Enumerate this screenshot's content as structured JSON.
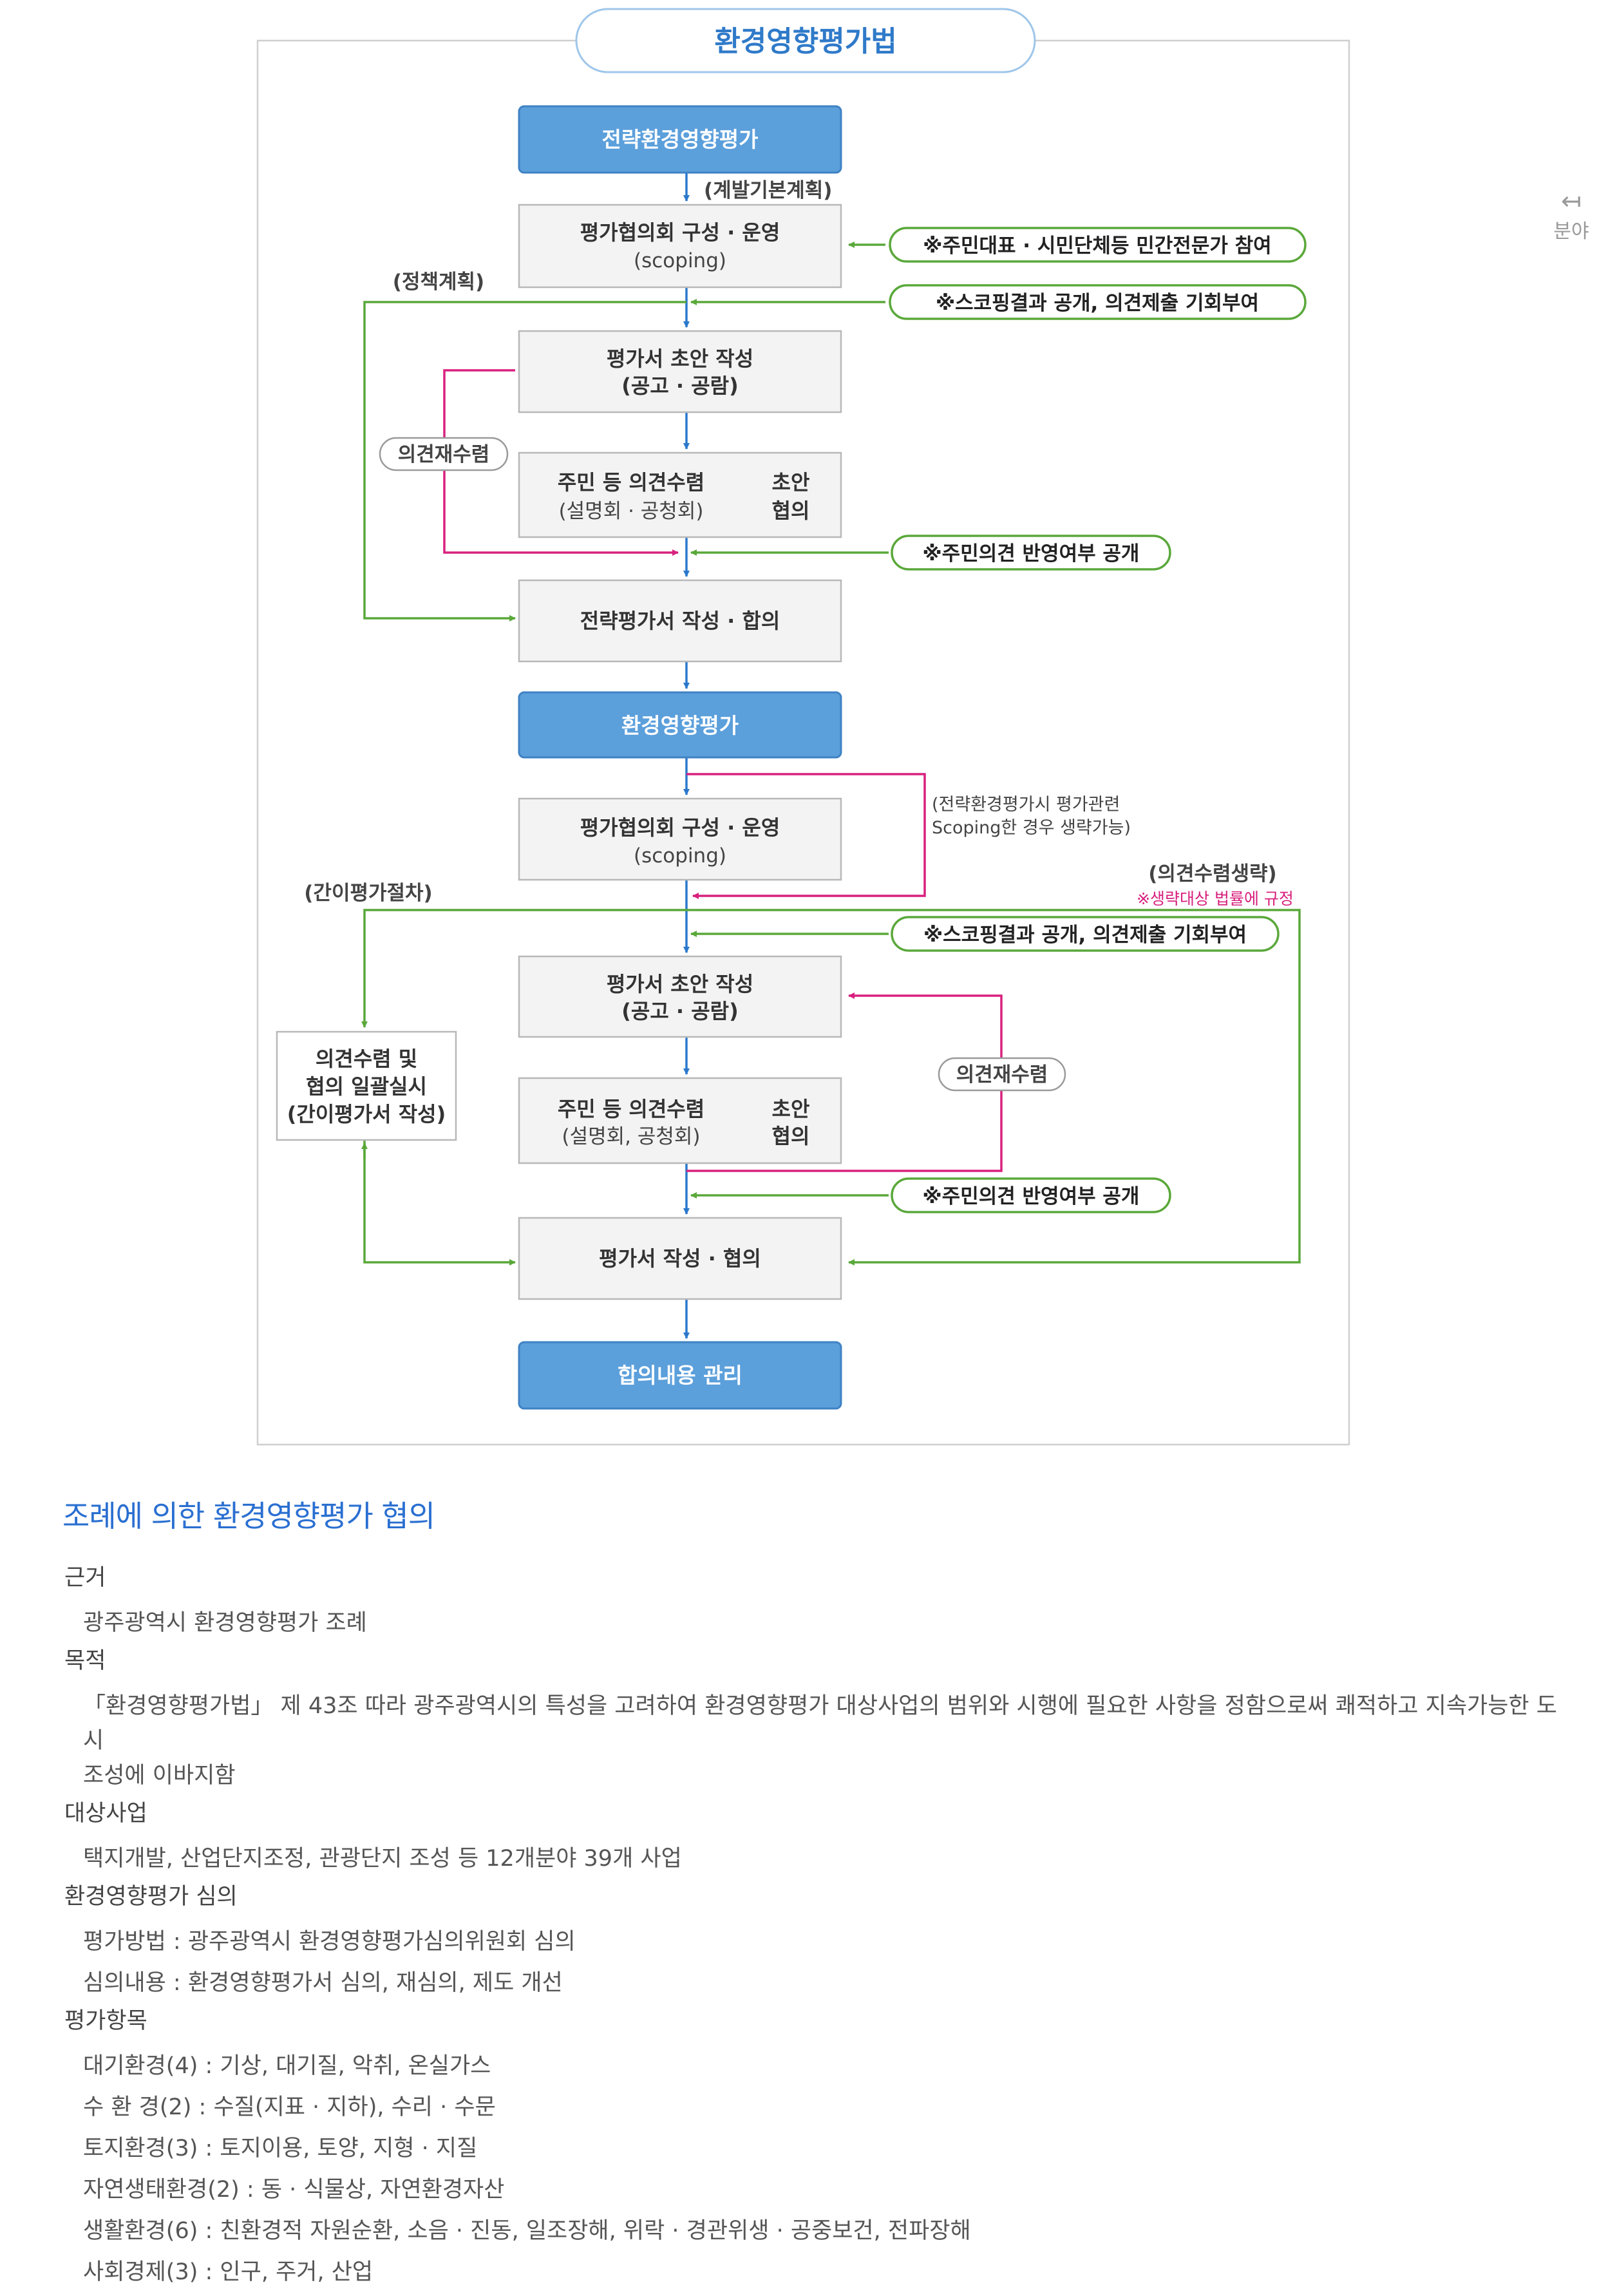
{
  "diagram": {
    "title": "환경영향평가법",
    "side_labels": {
      "policy_plan": "(정책계획)",
      "dev_plan": "(계발기본계획)",
      "reopinion_1": "의견재수렴",
      "simple_proc": "(간이평가절차)",
      "omit": "(의견수렴생략)",
      "omit_note": "※생략대상 법률에 규정",
      "scoping_note_1": "(전략환경평가시 평가관련",
      "scoping_note_2": "Scoping한 경우 생략가능)",
      "reopinion_2": "의견재수렴"
    },
    "boxes": {
      "strategic": "전략환경영향평가",
      "council_1a": "평가협의회 구성 · 운영",
      "council_1b": "(scoping)",
      "draft_1a": "평가서 초안 작성",
      "draft_1b": "(공고 · 공람)",
      "resident_1a": "주민 등 의견수렴",
      "resident_1b": "(설명회 · 공청회)",
      "initial_1a": "초안",
      "initial_1b": "협의",
      "strategic_report": "전략평가서 작성 · 합의",
      "eia": "환경영향평가",
      "council_2a": "평가협의회 구성 · 운영",
      "council_2b": "(scoping)",
      "draft_2a": "평가서 초안 작성",
      "draft_2b": "(공고 · 공람)",
      "resident_2a": "주민 등 의견수렴",
      "resident_2b": "(설명회, 공청회)",
      "initial_2a": "초안",
      "initial_2b": "협의",
      "simple_a": "의견수렴 및",
      "simple_b": "협의 일괄실시",
      "simple_c": "(간이평가서 작성)",
      "final": "평가서 작성 · 협의",
      "manage": "합의내용 관리"
    },
    "notes": {
      "n1": "※주민대표 · 시민단체등 민간전문가 참여",
      "n2": "※스코핑결과 공개, 의견제출 기회부여",
      "n3": "※주민의견 반영여부 공개",
      "n4": "※스코핑결과 공개, 의견제출 기회부여",
      "n5": "※주민의견 반영여부 공개"
    }
  },
  "side_hint": {
    "arrow": "↤",
    "label": "분야"
  },
  "section": {
    "title": "조례에 의한 환경영향평가 협의",
    "basis_label": "근거",
    "basis": "광주광역시 환경영향평가 조례",
    "purpose_label": "목적",
    "purpose_1": "「환경영향평가법」 제 43조 따라 광주광역시의 특성을 고려하여 환경영향평가 대상사업의 범위와 시행에 필요한 사항을 정함으로써 쾌적하고 지속가능한 도시",
    "purpose_2": "조성에 이바지함",
    "target_label": "대상사업",
    "target": "택지개발, 산업단지조정, 관광단지 조성 등 12개분야 39개 사업",
    "review_label": "환경영향평가 심의",
    "review_method": "평가방법 : 광주광역시 환경영향평가심의위원회 심의",
    "review_content": "심의내용 : 환경영향평가서 심의, 재심의, 제도 개선",
    "items_label": "평가항목",
    "items": [
      "대기환경(4) : 기상, 대기질, 악취, 온실가스",
      "수 환 경(2) : 수질(지표 · 지하), 수리 · 수문",
      "토지환경(3) : 토지이용, 토양, 지형 · 지질",
      "자연생태환경(2) : 동 · 식물상, 자연환경자산",
      "생활환경(6) : 친환경적 자원순환, 소음 · 진동, 일조장해, 위락 · 경관위생 · 공중보건, 전파장해",
      "사회경제(3) : 인구, 주거, 산업"
    ]
  }
}
